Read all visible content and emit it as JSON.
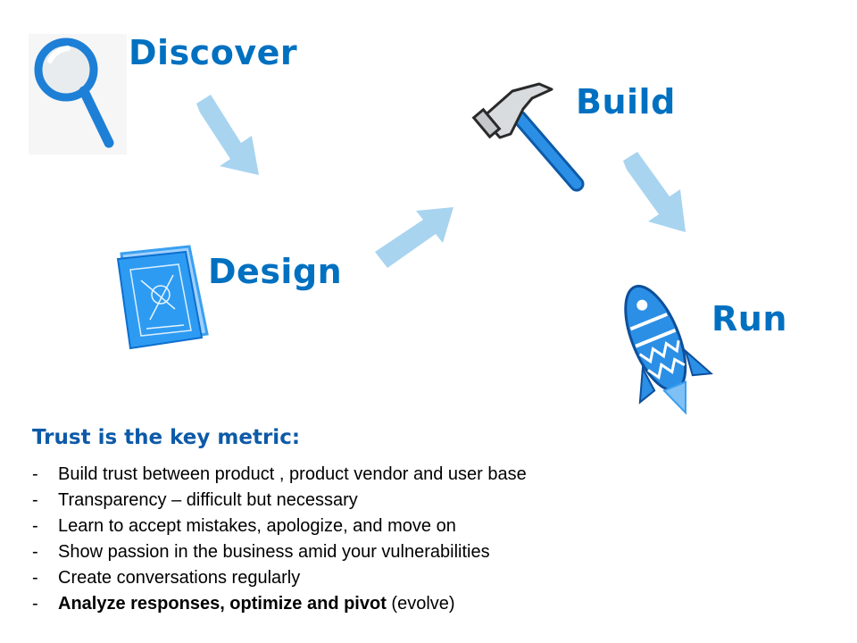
{
  "stages": {
    "discover": "Discover",
    "design": "Design",
    "build": "Build",
    "run": "Run"
  },
  "subtitle": "Trust is the key metric:",
  "bullets": [
    {
      "dash": "-",
      "text": "Build trust between product , product vendor and user base"
    },
    {
      "dash": "-",
      "text": "Transparency – difficult but necessary"
    },
    {
      "dash": "-",
      "text": "Learn to accept mistakes, apologize, and move on"
    },
    {
      "dash": "-",
      "text": "Show passion in the business amid your vulnerabilities"
    },
    {
      "dash": "-",
      "text": "Create conversations regularly"
    },
    {
      "dash": "-",
      "bold": "Analyze responses, optimize and pivot",
      "rest": " (evolve)"
    }
  ],
  "icons": {
    "discover": "magnifier-icon",
    "design": "blueprint-icon",
    "build": "hammer-icon",
    "run": "rocket-icon",
    "arrows": "arrow-icon"
  },
  "colors": {
    "stage_label": "#0070c0",
    "subtitle": "#0d5aa7",
    "arrow": "#a8d4f0",
    "icon_blue": "#1e7fd6"
  }
}
